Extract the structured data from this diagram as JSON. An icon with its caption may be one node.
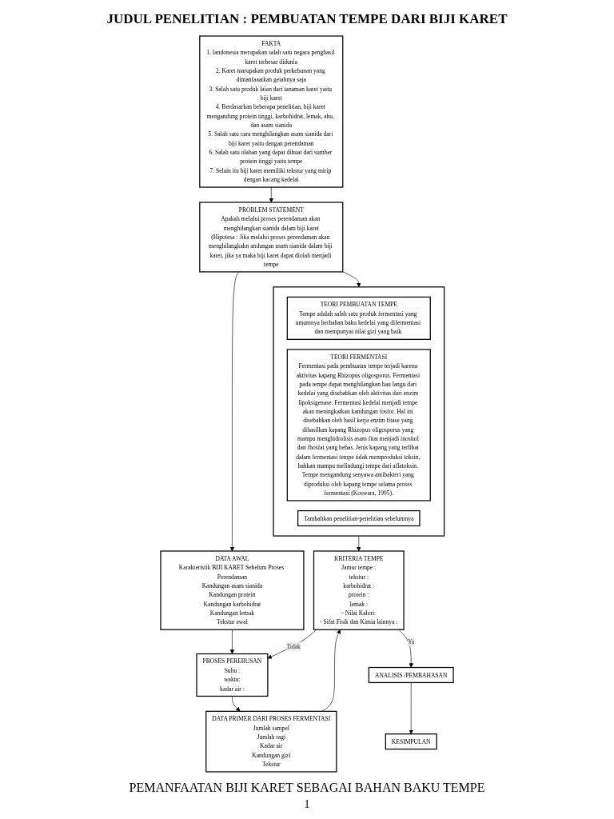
{
  "diagram": {
    "title": "JUDUL PENELITIAN : PEMBUATAN TEMPE DARI BIJI KARET",
    "caption": "PEMANFAATAN BIJI KARET SEBAGAI BAHAN BAKU TEMPE",
    "nodes": [
      {
        "text": [
          "FAKTA",
          "1. Iandonesia merupakan salah satu negara penghasil karet terbesar didunia",
          "2. Karet marupakan produk perkebunan yang dimanfaaatkan getahnya saja",
          "3. Salah satu produk laian dari tanaman karet yaitu biji karet",
          "4. Berdasarkan beberapa penelitian, biji karet mengandung protein tinggi, karbohidrat, lemak, abu, dan asam sianida",
          "5. Salah satu cara menghilangkan asam sianida dari biji karet yaitu dengan perendaman",
          "6. Salah satu olahan yang dapat dibuat dari sumber protein tinggi yaitu tempe",
          "7. Selain itu biji karet memiliki tekstur yang mirip dengan kacang kedelai"
        ]
      },
      {
        "text": [
          "PROBLEM STATEMENT",
          "Apakah melalui proses perendaman akan menghilangkan sianida dalam biji karet",
          "(Hipotesa : Jika melalui proses perendaman akan menghilangkakn andungan asam sianida dalam biji karet, jika ya maka biji karet dapat diolah menjadi tempe"
        ]
      },
      {
        "text": [],
        "shape": "box"
      },
      {
        "text": [
          "TEORI PEMBUATAN TEMPE",
          "Tempe adalah salah satu produk fermentasi yang umumnya berbahan baku kedelai yang difermentasi dan mempunyai nilai gizi yang baik."
        ],
        "in": 2
      },
      {
        "text": [
          "TEORI FERMENTASI",
          "Fermentasi pada pembuatan tempe terjadi karena aktivitas kapang Rhizopus oligosporus. Fermentasi pada tempe dapat menghilangkan bau langu dari kedelai yang disebabkan oleh aktivitas dari enzim lipoksigenase. Fermentasi kedelai menjadi tempe akan meningkatkan kandungan fosfor. Hal ini disebabkan oleh hasil kerja enzim fitase yang dihasilkan kapang Rhizopus oligosporus yang mampu menghidrolisis asam fitat menjadi inositol dan fhosfat yang bebas. Jenis kapang yang terlibat dalam fermentasi tempe tidak memproduksi toksin, bahkan mampu melindungi tempe dari aflatoksin. Tempe mengandung senyawa antibakteri yang diproduksi oleh kapang tempe selama proses fermentasi (Koswara, 1995)."
        ],
        "in": 2
      },
      {
        "text": [
          "Tambahkan penelitian-penelitian sebelumnya"
        ],
        "in": 2
      },
      {
        "text": [
          "DATA AWAL",
          "Karakteristik BIJI KARET Sebelum Proses Perendaman",
          "Kandungan asam sianida",
          "Kandungan protein",
          "Kandungan karbohidrat",
          "Kandungan lemak",
          "Tekstur awal"
        ]
      },
      {
        "text": [
          "PROSES PEREBUSAN",
          "Suhu :",
          "waktu:",
          "kadar air :"
        ]
      },
      {
        "text": [
          "DATA PRIMER DARI PROSES FERMENTASI",
          "Jumlah sampel",
          "Jumlah ragi",
          "Kadar air",
          "Kandungan gizi",
          "Tekstur"
        ]
      },
      {
        "text": [
          "KRITERIA TEMPE",
          "Jamur tempe :",
          "tekstur :",
          "karbohidrat :",
          "protein :",
          "lemak :",
          "- Nilai Kalori:",
          "- Sifat Fisik dan Kimia lainnya :"
        ]
      },
      {
        "text": [
          "ANALISIS /PEMBAHASAN"
        ]
      },
      {
        "text": [
          "KESIMPULAN"
        ]
      }
    ],
    "edges": [
      {
        "from": 0,
        "to": 1,
        "arrow": "to"
      },
      {
        "from": 1,
        "to": 2,
        "arrow": "to"
      },
      {
        "from": 1,
        "to": 6,
        "arrow": "to"
      },
      {
        "from": 2,
        "to": 9,
        "arrow": "to"
      },
      {
        "from": 6,
        "to": 7,
        "arrow": "to"
      },
      {
        "from": 7,
        "to": 8,
        "arrow": "to"
      },
      {
        "from": 8,
        "to": 9,
        "arrow": "to"
      },
      {
        "from": 9,
        "to": 10,
        "label": "Ya",
        "arrow": "to"
      },
      {
        "from": 9,
        "to": 7,
        "label": "Tidak",
        "arrow": "to"
      },
      {
        "from": 10,
        "to": 11,
        "arrow": "to"
      }
    ],
    "labels": [
      "1"
    ]
  }
}
